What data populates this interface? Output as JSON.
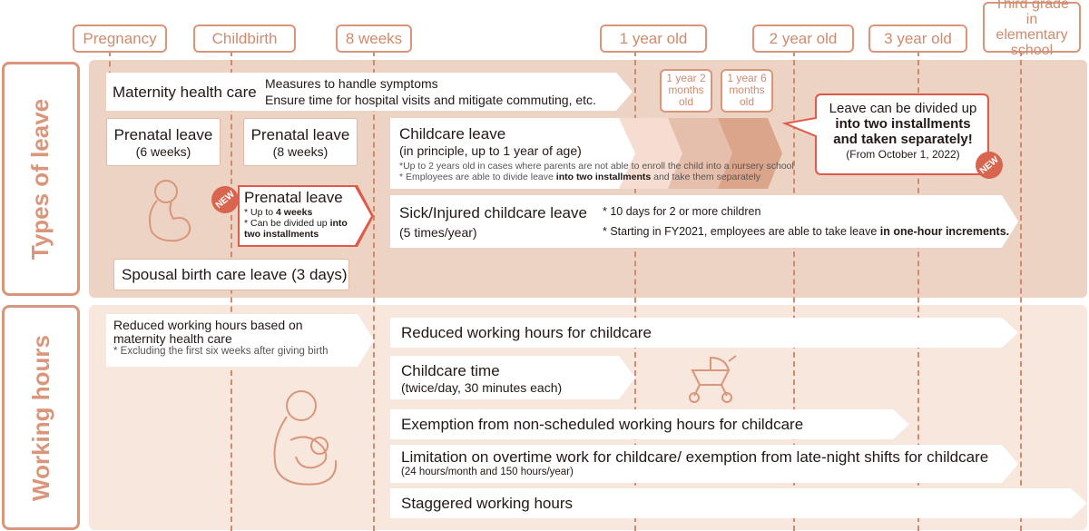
{
  "timeline": [
    "Pregnancy",
    "Childbirth",
    "8 weeks",
    "1 year old",
    "2 year old",
    "3 year old",
    "Third grade in elementary school"
  ],
  "sub_milestones": [
    "1 year 2 months old",
    "1 year 6 months old"
  ],
  "sections": {
    "leave": "Types of leave",
    "hours": "Working hours"
  },
  "leave": {
    "maternity": {
      "title": "Maternity health care",
      "line1": "Measures to handle symptoms",
      "line2": "Ensure time for hospital visits and mitigate commuting, etc."
    },
    "prenatal6": {
      "title": "Prenatal leave",
      "sub": "(6 weeks)"
    },
    "prenatal8": {
      "title": "Prenatal leave",
      "sub": "(8 weeks)"
    },
    "prenatal_new": {
      "badge": "NEW",
      "title": "Prenatal leave",
      "n1a": "* Up to ",
      "n1b": "4 weeks",
      "n2a": "* Can be divided up ",
      "n2b": "into two installments"
    },
    "spousal": "Spousal birth care leave (3 days)",
    "childcare": {
      "title": "Childcare leave",
      "sub": "(in principle, up to 1 year of age)",
      "n1": "*Up to 2 years old in cases where parents are not able to enroll the child into a nursery school",
      "n2a": "* Employees are able to divide leave ",
      "n2b": "into two installments",
      "n2c": " and take them separately"
    },
    "balloon": {
      "l1": "Leave can be divided up",
      "l2": "into two installments",
      "l3": "and taken separately!",
      "l4": "(From October 1, 2022)",
      "badge": "NEW"
    },
    "sick": {
      "title": "Sick/Injured childcare leave",
      "sub": "(5 times/year)",
      "n1": "* 10 days for 2 or more children",
      "n2a": "* Starting in FY2021, employees are able to take leave ",
      "n2b": "in one-hour increments."
    }
  },
  "hours": {
    "reduced_maternity": {
      "l1": "Reduced working hours based on maternity health care",
      "n1": "* Excluding the first six weeks after giving birth"
    },
    "reduced_childcare": "Reduced working hours for childcare",
    "childcare_time": {
      "title": "Childcare time",
      "sub": "(twice/day, 30 minutes each)"
    },
    "exemption": "Exemption from non-scheduled working hours for childcare",
    "limitation": {
      "title": "Limitation on overtime work for childcare/ exemption from late-night shifts for childcare",
      "sub": "(24 hours/month and 150 hours/year)"
    },
    "staggered": "Staggered working hours"
  },
  "colors": {
    "accent": "#d9967a",
    "panel_leave": "#ecd3c3",
    "panel_hours": "#f7e7dd",
    "new_badge": "#d9654f"
  }
}
